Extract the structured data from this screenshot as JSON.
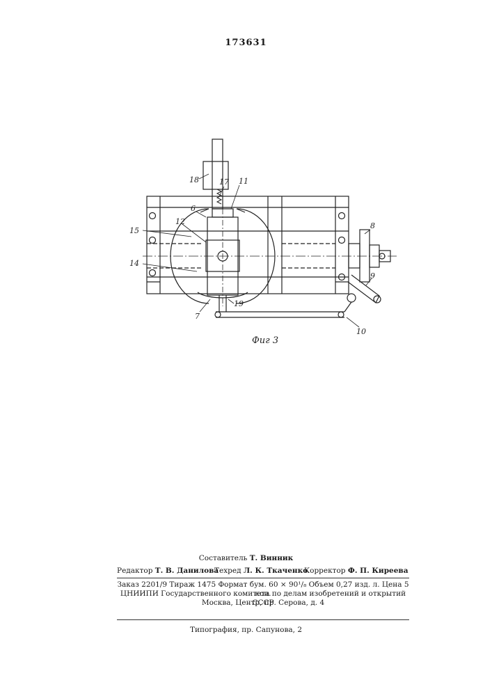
{
  "header": {
    "patent_number": "173631"
  },
  "figure": {
    "caption": "Фиг 3",
    "labels": [
      "18",
      "17",
      "11",
      "6",
      "12",
      "15",
      "14",
      "7",
      "19",
      "8",
      "9",
      "10"
    ]
  },
  "footer": {
    "compiler_label": "Составитель",
    "compiler_name": "Т. Винник",
    "editor_label": "Редактор",
    "editor_name": "Т. В. Данилова",
    "techred_label": "Техред",
    "techred_name": "Л. К. Ткаченко",
    "corrector_label": "Корректор",
    "corrector_name": "Ф. П. Киреева",
    "order_line": "Заказ 2201/9   Тираж 1475   Формат бум. 60 × 90¹/₈   Объем 0,27 изд. л.   Цена 5 коп.",
    "org_line": "ЦНИИПИ Государственного комитета по делам изобретений и открытий СССР",
    "address_line": "Москва, Центр, пр. Серова, д. 4",
    "print_line": "Типография, пр. Сапунова, 2"
  }
}
